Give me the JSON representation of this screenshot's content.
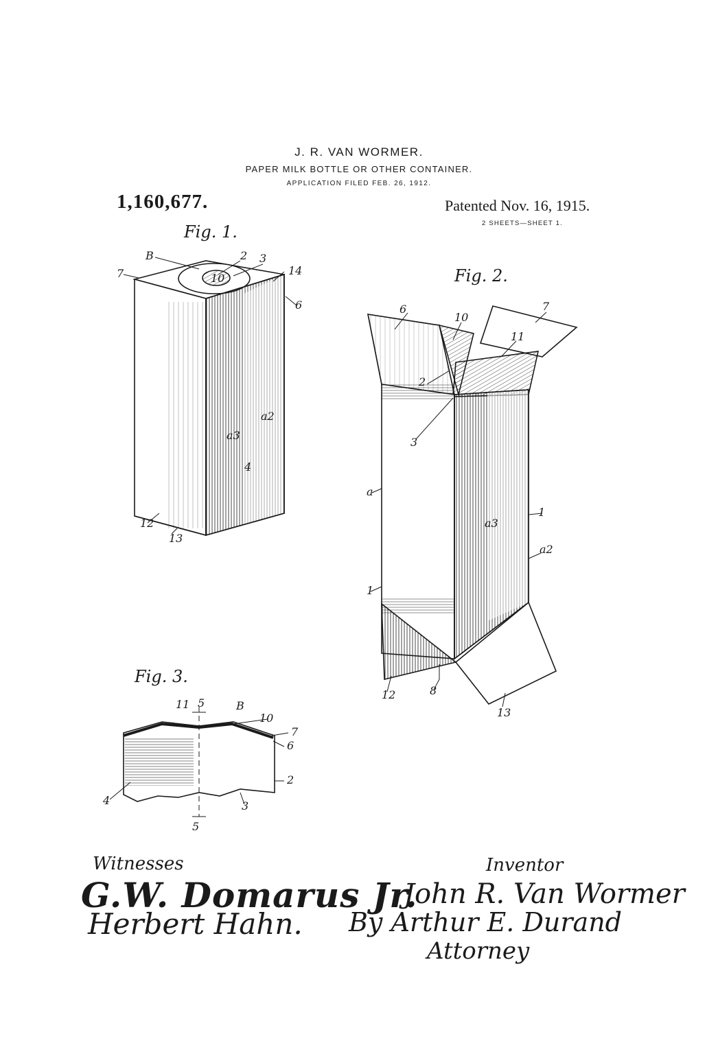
{
  "header": {
    "inventor_name": "J. R. VAN WORMER.",
    "title": "PAPER MILK BOTTLE OR OTHER CONTAINER.",
    "application": "APPLICATION FILED FEB. 26, 1912.",
    "patent_number": "1,160,677.",
    "patented_date": "Patented Nov. 16, 1915.",
    "sheets": "2 SHEETS—SHEET 1."
  },
  "figures": {
    "fig1": {
      "label": "Fig. 1.",
      "refs": [
        "B",
        "2",
        "3",
        "7",
        "10",
        "14",
        "6",
        "a2",
        "a3",
        "4",
        "12",
        "13"
      ]
    },
    "fig2": {
      "label": "Fig. 2.",
      "refs": [
        "6",
        "10",
        "7",
        "11",
        "2",
        "3",
        "a",
        "a3",
        "1",
        "a2",
        "1",
        "12",
        "8",
        "13"
      ]
    },
    "fig3": {
      "label": "Fig. 3.",
      "refs": [
        "11",
        "5",
        "B",
        "10",
        "7",
        "6",
        "2",
        "4",
        "3",
        "5"
      ]
    }
  },
  "signatures": {
    "witnesses_label": "Witnesses",
    "witness_1": "G.W. Domarus Jr.",
    "witness_2": "Herbert Hahn.",
    "inventor_label": "Inventor",
    "inventor": "John R. Van Wormer",
    "attorney_by": "By Arthur E. Durand",
    "attorney_label": "Attorney"
  },
  "colors": {
    "ink": "#1a1a1a",
    "paper": "#ffffff"
  }
}
